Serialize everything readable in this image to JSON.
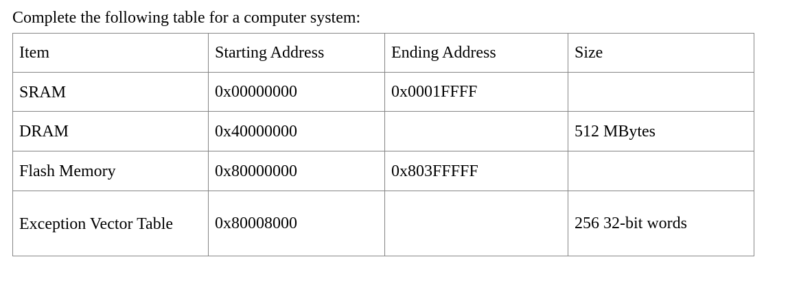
{
  "page": {
    "background": "#ffffff",
    "text_color": "#000000",
    "table_border_color": "#848484"
  },
  "title": "Complete the following table for a computer system:",
  "table": {
    "columns": [
      "Item",
      "Starting Address",
      "Ending Address",
      "Size"
    ],
    "rows": [
      {
        "item": "SRAM",
        "starting_address": "0x00000000",
        "ending_address": "0x0001FFFF",
        "size": ""
      },
      {
        "item": "DRAM",
        "starting_address": "0x40000000",
        "ending_address": "",
        "size": "512 MBytes"
      },
      {
        "item": "Flash Memory",
        "starting_address": "0x80000000",
        "ending_address": "0x803FFFFF",
        "size": ""
      },
      {
        "item": "Exception Vector Table",
        "starting_address": "0x80008000",
        "ending_address": "",
        "size": "256 32-bit words"
      }
    ]
  }
}
